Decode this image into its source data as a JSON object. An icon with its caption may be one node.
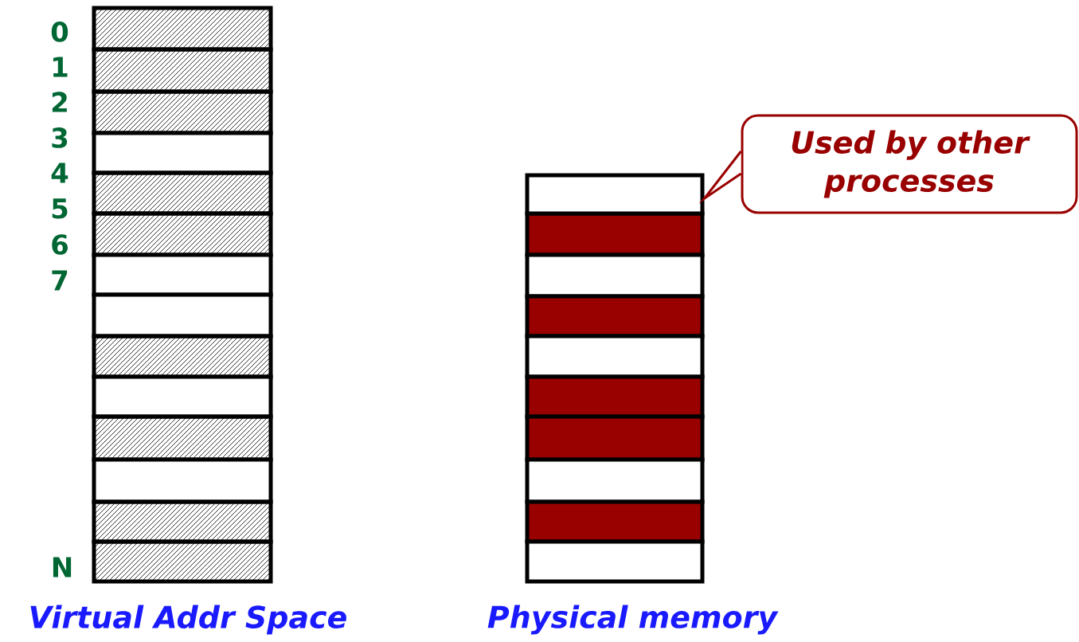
{
  "diagram": {
    "nodes": [
      {
        "text": [
          "Used by other processes"
        ]
      },
      {
        "text": [],
        "shape": "box"
      }
    ],
    "edges": [
      {
        "from": 0,
        "to": 1,
        "arrow": "to"
      }
    ],
    "labels": [
      "0",
      "1",
      "2",
      "3",
      "4",
      "5",
      "6",
      "7",
      "N",
      "Virtual Addr Space",
      "Physical memory"
    ]
  }
}
